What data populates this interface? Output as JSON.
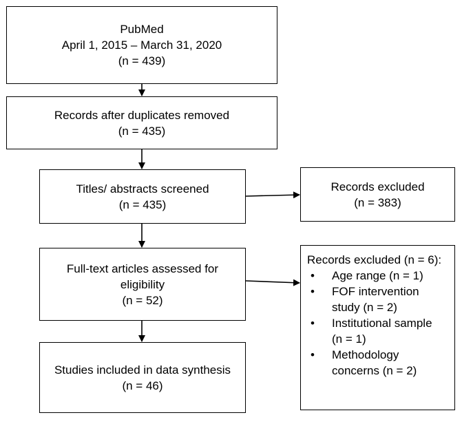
{
  "flowchart": {
    "identification": {
      "lines": [
        "PubMed",
        "April 1, 2015 – March 31, 2020",
        "(n = 439)"
      ]
    },
    "duplicates_removed": {
      "lines": [
        "Records after duplicates removed",
        "(n = 435)"
      ]
    },
    "screened": {
      "lines": [
        "Titles/ abstracts screened",
        "(n = 435)"
      ]
    },
    "screen_excluded": {
      "lines": [
        "Records excluded",
        "(n = 383)"
      ]
    },
    "eligibility": {
      "lines": [
        "Full-text articles assessed for",
        "eligibility",
        "(n = 52)"
      ]
    },
    "eligibility_excluded": {
      "heading": "Records excluded (n = 6):",
      "bullet": "•",
      "reasons": [
        [
          "Age range (n = 1)"
        ],
        [
          "FOF intervention",
          "study (n = 2)"
        ],
        [
          "Institutional sample",
          "(n = 1)"
        ],
        [
          "Methodology",
          "concerns (n = 2)"
        ]
      ]
    },
    "included": {
      "lines": [
        "Studies included in data synthesis",
        "(n = 46)"
      ]
    }
  },
  "colors": {
    "stroke": "#000000",
    "background": "#ffffff"
  }
}
